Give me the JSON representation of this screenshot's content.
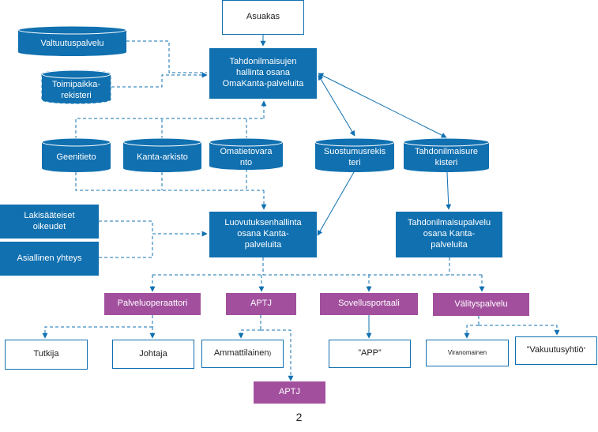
{
  "colors": {
    "blue": "#1070b0",
    "purple": "#a2509e",
    "outline": "#1070b0"
  },
  "nodes": {
    "asiakas": "Asuakas",
    "tahdonilmaisujen_hallinta": "Tahdonilmaisujen\nhallinta osana\nOmaKanta-palveluita",
    "valtuutuspalvelu": "Valtuutuspalvelu",
    "toimipaikkarekisteri": "Toimipaikka-\nrekisteri",
    "geenitieto": "Geenitieto",
    "kanta_arkisto": "Kanta-arkisto",
    "omatietovaranto": "Omatietovara\nnto",
    "suostumusrekisteri": "Suostumusrekis\nteri",
    "tahdonilmaisurekisteri": "Tahdonilmaisure\nkisteri",
    "lakisaateiset_oikeudet": "Lakisääteiset\noikeudet",
    "asiallinen_yhteys": "Asiallinen yhteys",
    "luovutuksenhallinta": "Luovutuksenhallinta\nosana Kanta-\npalveluita",
    "tahdonilmaisupalvelu": "Tahdonilmaisupalvelu\nosana Kanta-\npalveluita",
    "palveluoperaattori": "Palveluoperaattori",
    "aptj_1": "APTJ",
    "sovellusportaali": "Sovellusportaali",
    "valityspalvelu": "Välityspalvelu",
    "tutkija": "Tutkija",
    "johtaja": "Johtaja",
    "ammattilainen": "Ammattilainen",
    "ammattilainen_suffix": ")",
    "app": "”APP”",
    "viranomainen": "Viranomainen",
    "vakuutusyhtio": "”Vakuutusyhtiö",
    "vakuutusyhtio_suffix": "”",
    "aptj_2": "APTJ"
  },
  "page_number": "2"
}
